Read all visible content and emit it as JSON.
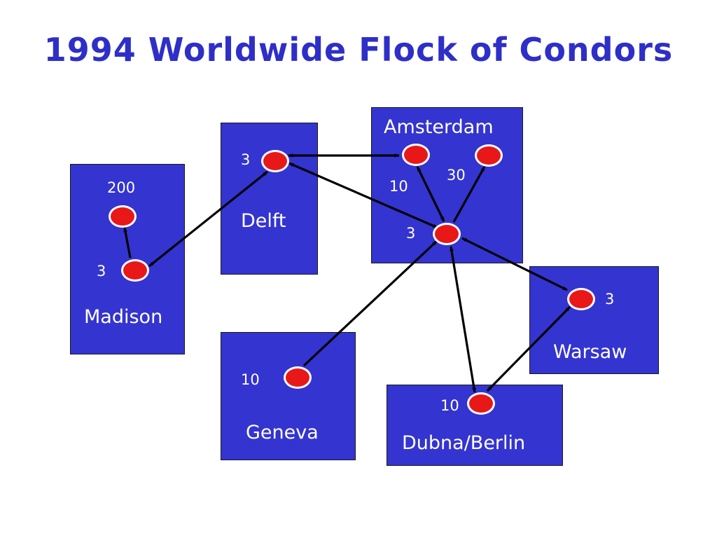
{
  "title": "1994 Worldwide Flock of Condors",
  "sites": {
    "madison": {
      "name": "Madison",
      "counts": [
        "200",
        "3"
      ]
    },
    "delft": {
      "name": "Delft",
      "counts": [
        "3"
      ]
    },
    "amsterdam": {
      "name": "Amsterdam",
      "counts": [
        "10",
        "30",
        "3"
      ]
    },
    "warsaw": {
      "name": "Warsaw",
      "counts": [
        "3"
      ]
    },
    "geneva": {
      "name": "Geneva",
      "counts": [
        "10"
      ]
    },
    "dubna_berlin": {
      "name": "Dubna/Berlin",
      "counts": [
        "10"
      ]
    }
  },
  "colors": {
    "title": "#2e2ec8",
    "box": "#3434d0",
    "node": "#e81818",
    "arrow": "#000000"
  }
}
